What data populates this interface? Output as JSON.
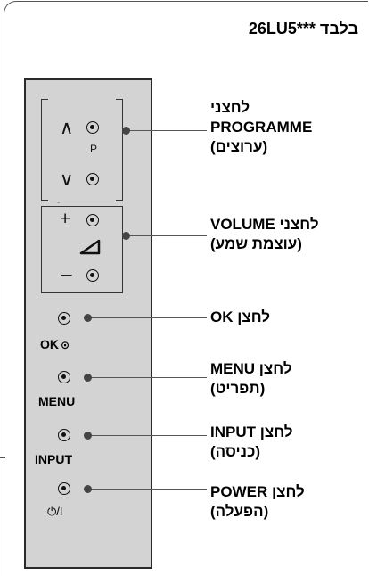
{
  "model_note": "26LU5*** בלבד",
  "panel": {
    "program_up_symbol": "∧",
    "program_down_symbol": "∨",
    "program_letter": "P",
    "program_minus_mark": "-",
    "volume_plus_symbol": "+",
    "volume_minus_symbol": "–",
    "ok_label": "OK",
    "ok_dot": "⊙",
    "menu_label": "MENU",
    "input_label": "INPUT",
    "power_label": "⏻/I"
  },
  "callouts": [
    {
      "lines": [
        "לחצני",
        "PROGRAMME",
        "(ערוצים)"
      ]
    },
    {
      "lines": [
        "לחצני VOLUME",
        "(עוצמת שמע)"
      ]
    },
    {
      "lines": [
        "לחצן OK"
      ]
    },
    {
      "lines": [
        "לחצן MENU",
        "(תפריט)"
      ]
    },
    {
      "lines": [
        "לחצן INPUT",
        "(כניסה)"
      ]
    },
    {
      "lines": [
        "לחצן POWER",
        "(הפעלה)"
      ]
    }
  ]
}
